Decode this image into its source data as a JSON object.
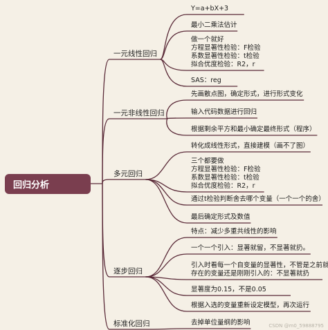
{
  "root": {
    "label": "回归分析"
  },
  "branches": [
    {
      "label": "一元线性回归",
      "leaves": [
        {
          "lines": [
            "Y=a+bX+3"
          ]
        },
        {
          "lines": [
            "最小二乘法估计"
          ]
        },
        {
          "lines": [
            "做一个就好",
            "方程显著性检验：F检验",
            "系数显著性检验：t检验",
            "拟合优度检验：R2，r"
          ]
        },
        {
          "lines": [
            "SAS：reg"
          ]
        }
      ]
    },
    {
      "label": "一元非线性回归",
      "leaves": [
        {
          "lines": [
            "先画散点图，确定形式，进行形式变化"
          ]
        },
        {
          "lines": [
            "输入代码数据进行回归"
          ]
        },
        {
          "lines": [
            "根据剩余平方和最小确定最终形式（程序）"
          ]
        }
      ]
    },
    {
      "label": "多元回归",
      "leaves": [
        {
          "lines": [
            "转化成线性形式，直接建模（画不了图）"
          ]
        },
        {
          "lines": [
            "三个都要做",
            "方程显著性检验：F检验",
            "系数显著性检验：t检验",
            "拟合优度检验：R2，r"
          ]
        },
        {
          "lines": [
            "通过t检验判断舍去哪个变量（一个一个的舍）"
          ]
        },
        {
          "lines": [
            "最后确定形式及数值"
          ]
        }
      ]
    },
    {
      "label": "逐步回归",
      "leaves": [
        {
          "lines": [
            "特点：减少多重共线性的影响"
          ]
        },
        {
          "lines": [
            "一个一个引入：显著就留，不显著就扔。"
          ]
        },
        {
          "lines": [
            "引入时看每一个自变量的显著性，不管是之前就",
            "存在的变量还是刚刚引入的：不显著就扔"
          ]
        },
        {
          "lines": [
            "显著度为0.15，不是0.05"
          ]
        },
        {
          "lines": [
            "根据入选的变量重新设定模型，再次运行"
          ]
        }
      ]
    },
    {
      "label": "标准化回归",
      "leaves": [
        {
          "lines": [
            "去掉单位量纲的影响"
          ]
        }
      ]
    }
  ],
  "watermark": "CSDN @m0_59888795",
  "colors": {
    "root_bg": "#7a3e4f",
    "connector": "#5a2a38",
    "background": "#f5f0e6"
  }
}
